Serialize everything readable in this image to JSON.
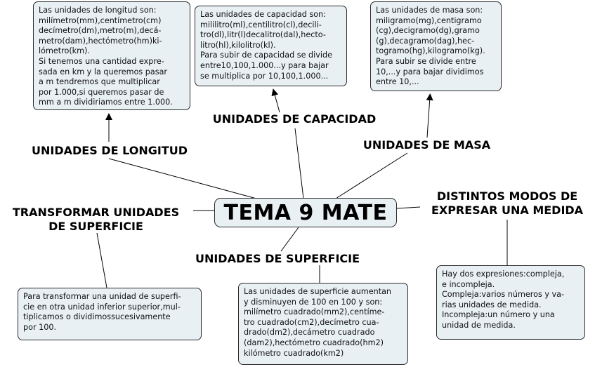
{
  "map": {
    "central_topic": "TEMA 9 MATE",
    "topics": {
      "longitud": "UNIDADES DE LONGITUD",
      "capacidad": "UNIDADES DE CAPACIDAD",
      "masa": "UNIDADES DE MASA",
      "transformar": "TRANSFORMAR UNIDADES\nDE SUPERFICIE",
      "modos": "DISTINTOS MODOS DE\nEXPRESAR UNA MEDIDA",
      "superficie": "UNIDADES DE SUPERFICIE"
    },
    "notes": {
      "longitud": "Las unidades de longitud son:\nmilímetro(mm),centímetro(cm)\ndecímetro(dm),metro(m),decá-\nmetro(dam),hectómetro(hm)ki-\nlómetro(km).\nSi tenemos una cantidad expre-\nsada en km y la queremos pasar\na m tendremos que multiplicar\npor 1.000,si queremos pasar de\nmm a m dividiriamos entre 1.000.",
      "capacidad": "Las unidades de capacidad son:\nmililitro(ml),centilitro(cl),decili-\ntro(dl),litr(l)decalitro(dal),hecto-\nlitro(hl),kilolitro(kl).\nPara subir de capacidad se divide\nentre10,100,1.000...y para bajar\nse multiplica por 10,100,1.000...",
      "masa": "Las unidades de masa son:\nmiligramo(mg),centigramo\n(cg),decigramo(dg),gramo\n(g),decagramo(dag),hec-\ntogramo(hg),kilogramo(kg).\nPara subir se divide entre\n10,...y para bajar dividimos\nentre 10,...",
      "transformar": "Para transformar una unidad de superfi-\ncie en otra unidad inferior superior,mul-\ntiplicamos o dividimossucesivamente\npor 100.",
      "superficie": "Las unidades de superficie aumentan\ny disminuyen de 100 en 100 y son:\nmilímetro cuadrado(mm2),centíme-\ntro cuadrado(cm2),decímetro cua-\ndrado(dm2),decámetro cuadrado\n(dam2),hectómetro cuadrado(hm2)\nkilómetro cuadrado(km2)",
      "modos": "Hay dos expresiones:compleja,\ne incompleja.\nCompleja:varios números y va-\nrias unidades de medida.\nIncompleja:un número y una\nunidad de medida."
    },
    "colors": {
      "node_fill": "#e8f0f4",
      "node_border": "#2b2b2b",
      "connector": "#000000",
      "background": "#ffffff"
    }
  }
}
